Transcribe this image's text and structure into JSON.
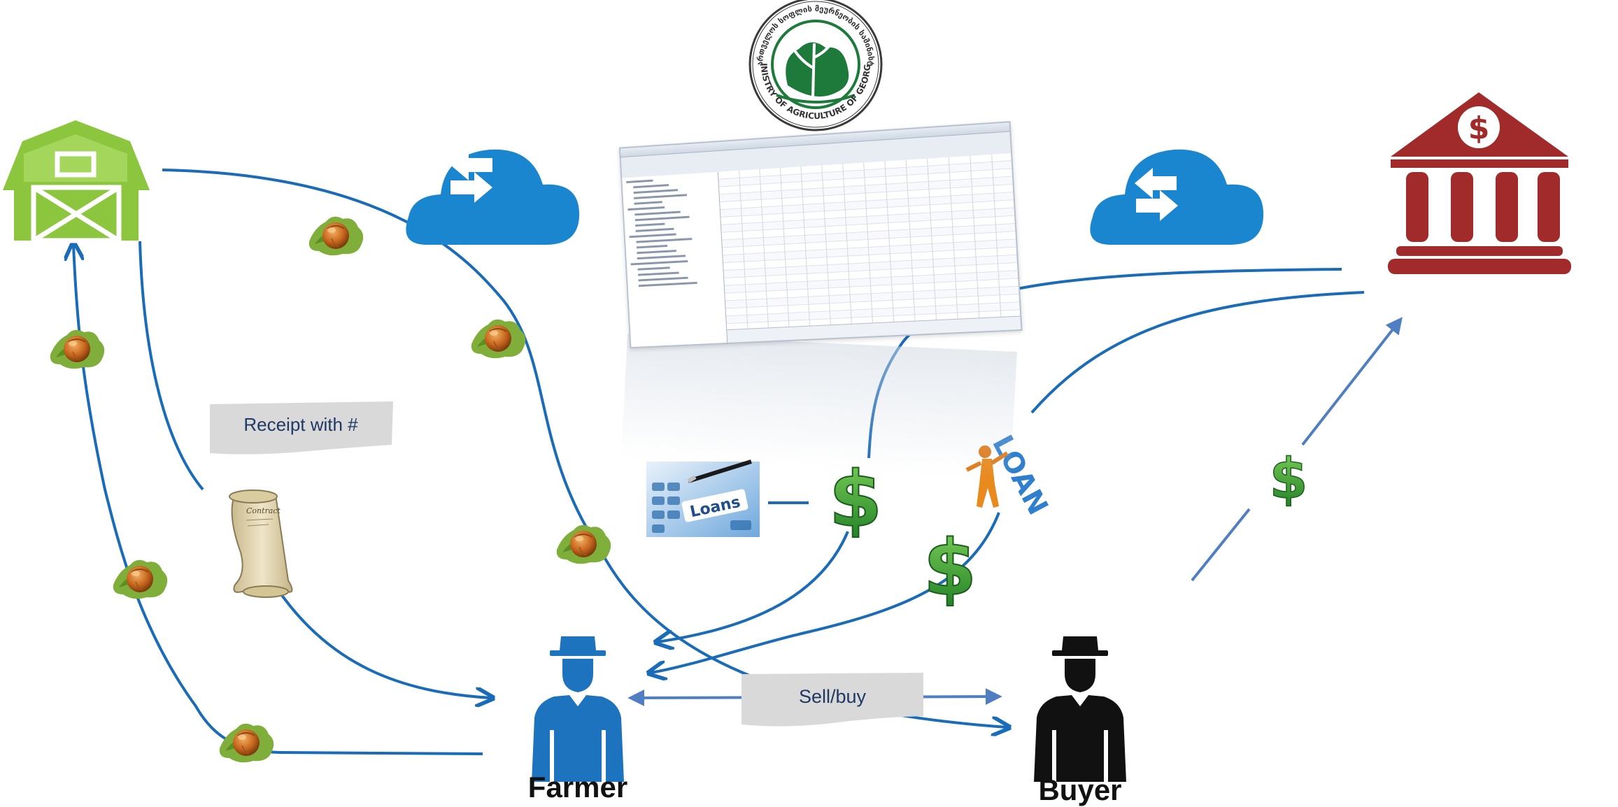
{
  "logo": {
    "ring_text_en": "MINISTRY OF AGRICULTURE OF GEORGIA",
    "ring_text_ka": "საქართველოს სოფლის მეურნეობის სამინისტრო"
  },
  "callouts": {
    "receipt": "Receipt with #",
    "sell_buy": "Sell/buy"
  },
  "actors": {
    "farmer": "Farmer",
    "buyer": "Buyer"
  },
  "images": {
    "loans_card": "Loans",
    "loan_figure": "LOAN",
    "contract_scroll": "Contract"
  },
  "icons": {
    "warehouse": "barn-icon",
    "bank": "bank-icon",
    "cloud_left": "cloud-sync-icon",
    "cloud_right": "cloud-sync-icon",
    "farmer": "farmer-icon",
    "buyer": "buyer-icon",
    "hazelnut": "hazelnut-icon",
    "dollar": "dollar-icon",
    "software": "software-screenshot"
  },
  "colors": {
    "arrow_blue": "#1a6bb8",
    "arrow_light": "#4f7fc2",
    "barn_green": "#8cc63f",
    "bank_red": "#a12b2b",
    "cloud_blue": "#1a86d0",
    "farmer_blue": "#1e73be",
    "buyer_black": "#111111",
    "dollar_green": "#3aa23a",
    "callout_gray": "#d9d9d9",
    "logo_green": "#1d7a3a"
  }
}
